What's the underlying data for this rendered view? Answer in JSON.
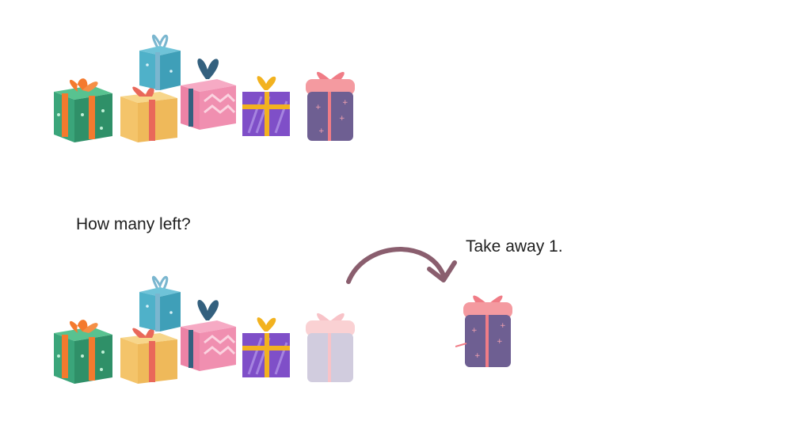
{
  "question": "How many left?",
  "instruction": "Take away 1.",
  "gifts": [
    {
      "icon": "green-gift-icon",
      "color": "#3aa57a",
      "ribbon": "#f47a2e"
    },
    {
      "icon": "yellow-gift-icon",
      "color": "#f4c46a",
      "ribbon": "#e9685a"
    },
    {
      "icon": "blue-gift-icon",
      "color": "#4fb1c9",
      "ribbon": "#7ab6cf"
    },
    {
      "icon": "pink-gift-icon",
      "color": "#f08fb0",
      "ribbon": "#33607e"
    },
    {
      "icon": "purple-gift-icon",
      "color": "#7f4fc8",
      "ribbon": "#f2b21f"
    },
    {
      "icon": "lavender-gift-icon",
      "color": "#6e5f92",
      "ribbon": "#f07c86"
    }
  ],
  "arrow_color": "#8a5e6e",
  "taken_count": 1
}
